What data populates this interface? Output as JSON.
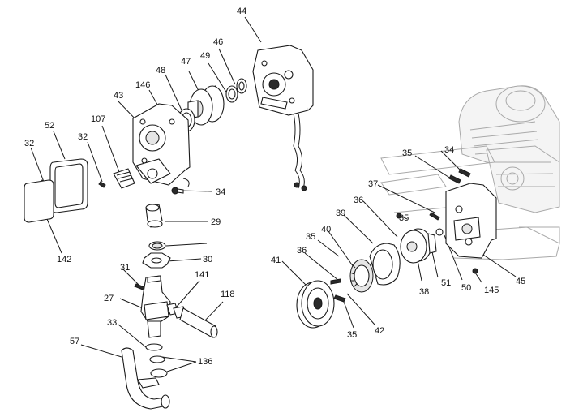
{
  "callouts": [
    {
      "id": "c44",
      "text": "44"
    },
    {
      "id": "c46",
      "text": "46"
    },
    {
      "id": "c49",
      "text": "49"
    },
    {
      "id": "c47",
      "text": "47"
    },
    {
      "id": "c48",
      "text": "48"
    },
    {
      "id": "c146",
      "text": "146"
    },
    {
      "id": "c43",
      "text": "43"
    },
    {
      "id": "c107",
      "text": "107"
    },
    {
      "id": "c52",
      "text": "52"
    },
    {
      "id": "c32a",
      "text": "32"
    },
    {
      "id": "c32b",
      "text": "32"
    },
    {
      "id": "c34a",
      "text": "34"
    },
    {
      "id": "c29",
      "text": "29"
    },
    {
      "id": "c142",
      "text": "142"
    },
    {
      "id": "c30",
      "text": "30"
    },
    {
      "id": "c31",
      "text": "31"
    },
    {
      "id": "c141",
      "text": "141"
    },
    {
      "id": "c27",
      "text": "27"
    },
    {
      "id": "c118",
      "text": "118"
    },
    {
      "id": "c33",
      "text": "33"
    },
    {
      "id": "c57",
      "text": "57"
    },
    {
      "id": "c136",
      "text": "136"
    },
    {
      "id": "c35a",
      "text": "35"
    },
    {
      "id": "c34b",
      "text": "34"
    },
    {
      "id": "c37",
      "text": "37"
    },
    {
      "id": "c36a",
      "text": "36"
    },
    {
      "id": "c35b",
      "text": "35"
    },
    {
      "id": "c39",
      "text": "39"
    },
    {
      "id": "c40",
      "text": "40"
    },
    {
      "id": "c35c",
      "text": "35"
    },
    {
      "id": "c41",
      "text": "41"
    },
    {
      "id": "c36b",
      "text": "36"
    },
    {
      "id": "c51",
      "text": "51"
    },
    {
      "id": "c50",
      "text": "50"
    },
    {
      "id": "c45",
      "text": "45"
    },
    {
      "id": "c38",
      "text": "38"
    },
    {
      "id": "c145",
      "text": "145"
    },
    {
      "id": "c42",
      "text": "42"
    },
    {
      "id": "c35d",
      "text": "35"
    }
  ]
}
